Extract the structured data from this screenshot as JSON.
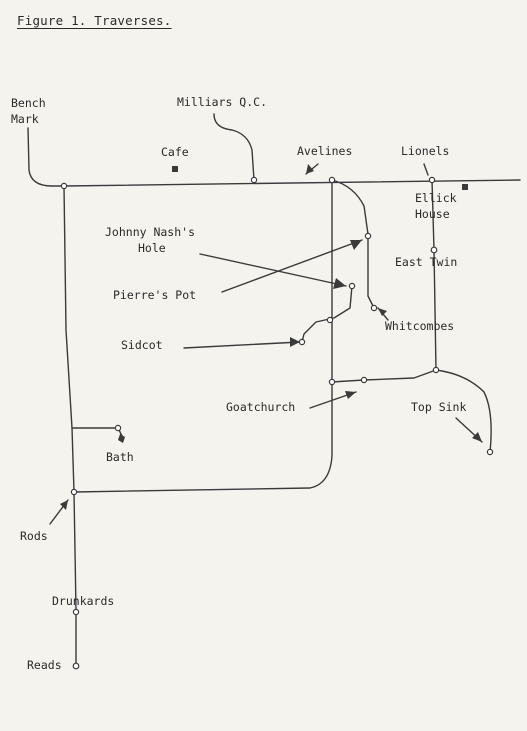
{
  "figure": {
    "title": "Figure 1.  Traverses."
  },
  "labels": {
    "bench_mark": "Bench",
    "bench_mark_2": "Mark",
    "milliars": "Milliars Q.C.",
    "cafe": "Cafe",
    "avelines": "Avelines",
    "lionels": "Lionels",
    "ellick": "Ellick",
    "ellick_2": "House",
    "johnny": "Johnny Nash's",
    "johnny_2": "Hole",
    "east_twin": "East Twin",
    "pierres_pot": "Pierre's Pot",
    "whitcombes": "Whitcombes",
    "sidcot": "Sidcot",
    "goatchurch": "Goatchurch",
    "top_sink": "Top Sink",
    "bath": "Bath",
    "rods": "Rods",
    "drunkards": "Drunkards",
    "reads": "Reads"
  }
}
